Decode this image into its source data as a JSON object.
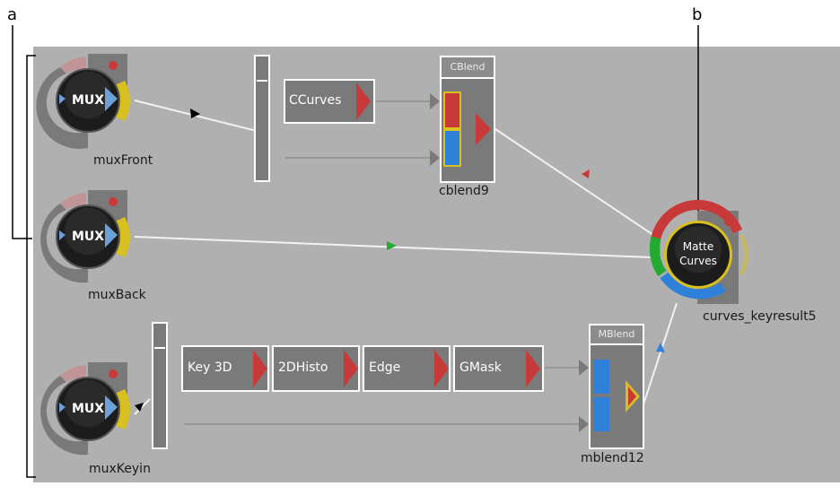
{
  "callouts": {
    "a": "a",
    "b": "b"
  },
  "nodes": {
    "mux_front": {
      "badge": "MUX",
      "name": "muxFront"
    },
    "mux_back": {
      "badge": "MUX",
      "name": "muxBack"
    },
    "mux_keyin": {
      "badge": "MUX",
      "name": "muxKeyin"
    },
    "ccurves": {
      "label": "CCurves"
    },
    "cblend": {
      "header": "CBlend",
      "name": "cblend9"
    },
    "key3d": {
      "label": "Key 3D"
    },
    "histo": {
      "label": "2DHisto"
    },
    "edge": {
      "label": "Edge"
    },
    "gmask": {
      "label": "GMask"
    },
    "mblend": {
      "header": "MBlend",
      "name": "mblend12"
    },
    "matte": {
      "line1": "Matte",
      "line2": "Curves",
      "name": "curves_keyresult5"
    }
  },
  "colors": {
    "canvas": "#b0b0b0",
    "node_body": "#7a7a7a",
    "red": "#c83a3a",
    "blue": "#2f80d8",
    "green": "#22aa33",
    "yellow": "#d8c020"
  }
}
